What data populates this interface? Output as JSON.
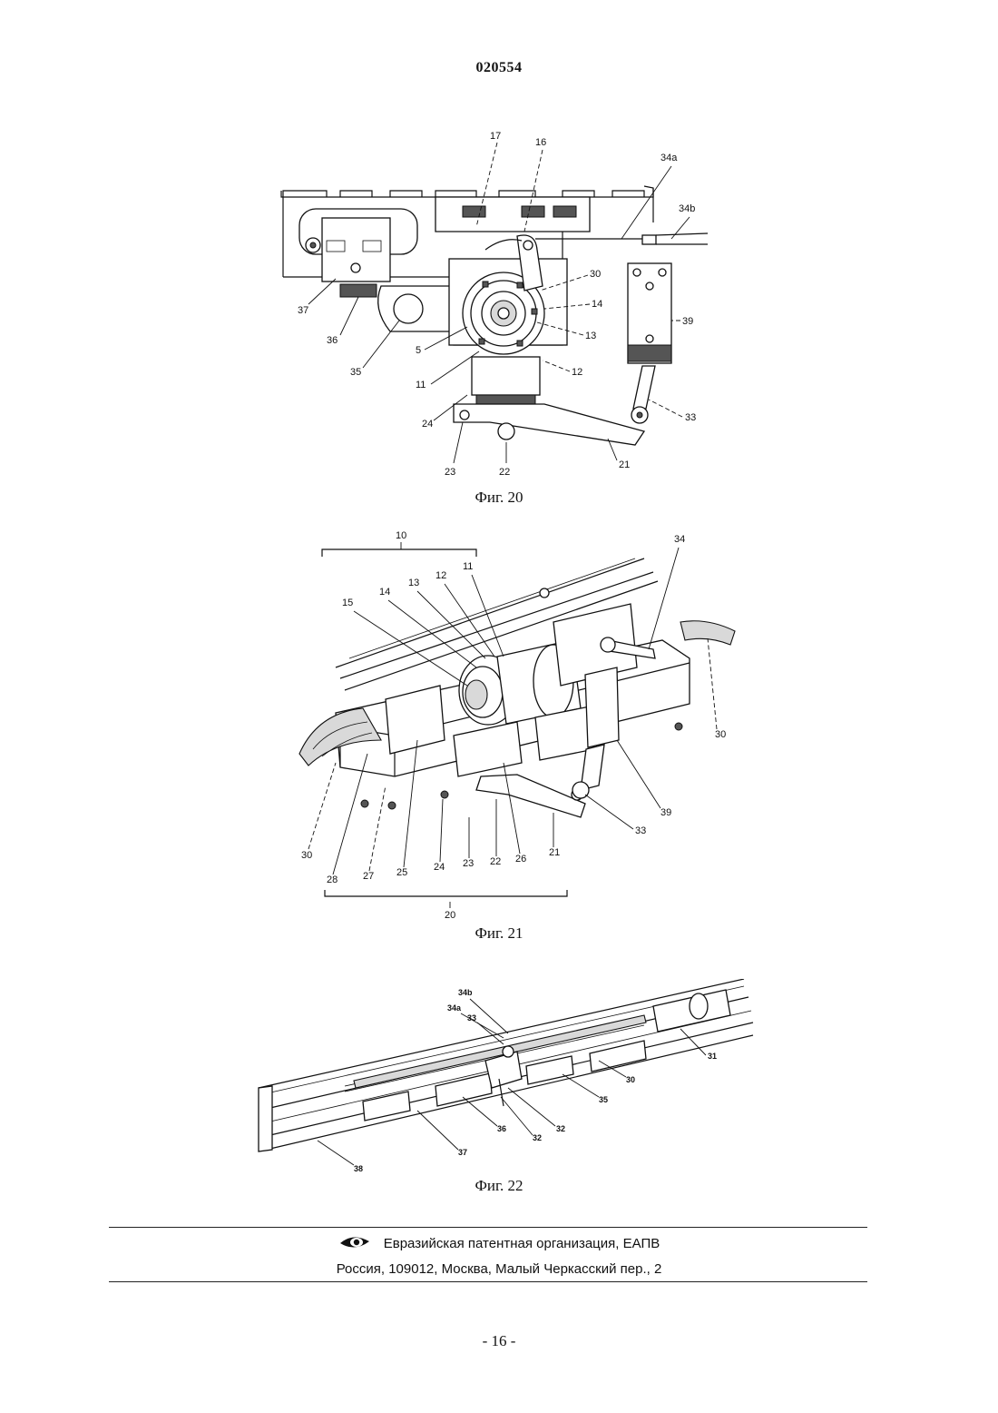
{
  "header": {
    "doc_number": "020554"
  },
  "figures": [
    {
      "caption": "Фиг. 20",
      "labels": [
        "17",
        "16",
        "34a",
        "34b",
        "30",
        "14",
        "13",
        "12",
        "37",
        "36",
        "35",
        "5",
        "11",
        "24",
        "23",
        "22",
        "21",
        "39",
        "33"
      ]
    },
    {
      "caption": "Фиг. 21",
      "labels": [
        "10",
        "34",
        "15",
        "14",
        "13",
        "12",
        "11",
        "30",
        "39",
        "33",
        "21",
        "26",
        "22",
        "23",
        "24",
        "25",
        "27",
        "28",
        "30",
        "20"
      ]
    },
    {
      "caption": "Фиг. 22",
      "labels": [
        "34b",
        "34a",
        "33",
        "31",
        "30",
        "35",
        "32",
        "32",
        "36",
        "37",
        "38"
      ]
    }
  ],
  "footer": {
    "logo_icon": "eye-logo-icon",
    "organization": "Евразийская патентная организация, ЕАПВ",
    "address": "Россия, 109012, Москва, Малый Черкасский пер., 2"
  },
  "page_number": "- 16 -"
}
